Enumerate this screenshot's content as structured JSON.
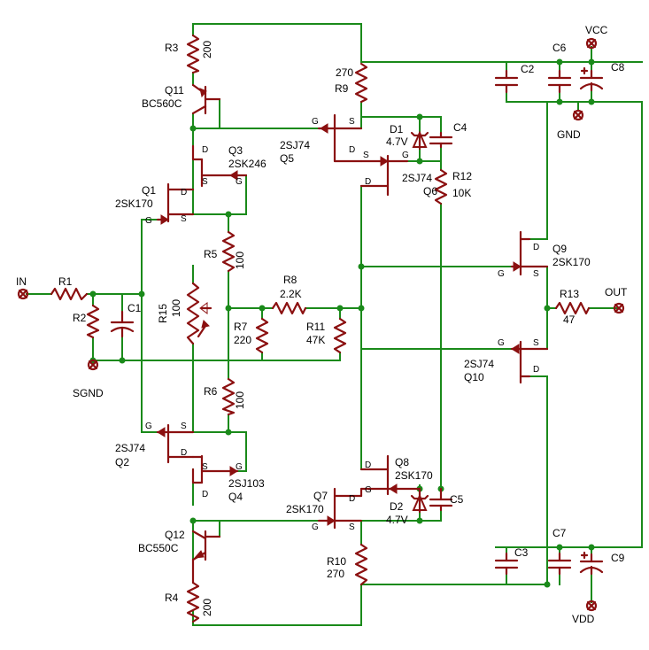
{
  "components": {
    "R3": {
      "name": "R3",
      "value": "200"
    },
    "R4": {
      "name": "R4",
      "value": "200"
    },
    "R9": {
      "name": "R9",
      "value": "270"
    },
    "R10": {
      "name": "R10",
      "value": "270"
    },
    "R1": {
      "name": "R1"
    },
    "R2": {
      "name": "R2"
    },
    "R5": {
      "name": "R5",
      "value": "100"
    },
    "R6": {
      "name": "R6",
      "value": "100"
    },
    "R7": {
      "name": "R7",
      "value": "220"
    },
    "R8": {
      "name": "R8",
      "value": "2.2K"
    },
    "R11": {
      "name": "R11",
      "value": "47K"
    },
    "R12": {
      "name": "R12",
      "value": "10K"
    },
    "R13": {
      "name": "R13",
      "value": "47"
    },
    "R15": {
      "name": "R15",
      "value": "100"
    },
    "C1": {
      "name": "C1"
    },
    "C2": {
      "name": "C2"
    },
    "C3": {
      "name": "C3"
    },
    "C4": {
      "name": "C4"
    },
    "C5": {
      "name": "C5"
    },
    "C6": {
      "name": "C6"
    },
    "C7": {
      "name": "C7"
    },
    "C8": {
      "name": "C8"
    },
    "C9": {
      "name": "C9"
    },
    "D1": {
      "name": "D1",
      "value": "4.7V"
    },
    "D2": {
      "name": "D2",
      "value": "4.7V"
    },
    "Q1": {
      "name": "Q1",
      "part": "2SK170"
    },
    "Q2": {
      "name": "Q2",
      "part": "2SJ74"
    },
    "Q3": {
      "name": "Q3",
      "part": "2SK246"
    },
    "Q4": {
      "name": "Q4",
      "part": "2SJ103"
    },
    "Q5": {
      "name": "Q5",
      "part": "2SJ74"
    },
    "Q6": {
      "name": "Q6",
      "part": "2SJ74"
    },
    "Q7": {
      "name": "Q7",
      "part": "2SK170"
    },
    "Q8": {
      "name": "Q8",
      "part": "2SK170"
    },
    "Q9": {
      "name": "Q9",
      "part": "2SK170"
    },
    "Q10": {
      "name": "Q10",
      "part": "2SJ74"
    },
    "Q11": {
      "name": "Q11",
      "part": "BC560C"
    },
    "Q12": {
      "name": "Q12",
      "part": "BC550C"
    }
  },
  "ports": {
    "in": "IN",
    "out": "OUT",
    "vcc": "VCC",
    "vdd": "VDD",
    "gnd": "GND",
    "sgnd": "SGND"
  },
  "pins": {
    "g": "G",
    "s": "S",
    "d": "D"
  },
  "colors": {
    "wire": "#1a8a1a",
    "part": "#8b1010",
    "text": "#000000",
    "background": "#ffffff"
  }
}
